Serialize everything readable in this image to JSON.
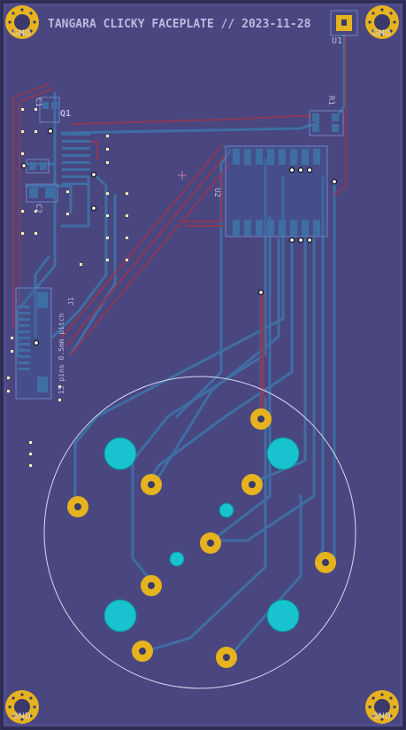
{
  "board": {
    "title": "TANGARA CLICKY FACEPLATE // 2023-11-28",
    "colors": {
      "substrate": "#4a4680",
      "edge": "#2a294e",
      "copper_front": "#8a3a55",
      "copper_back": "#3f6ea3",
      "pad_gold": "#e6b31e",
      "drill_cyan": "#18c3cf",
      "silkscreen": "#cfd0ef"
    }
  },
  "labels": {
    "mount_gnd": "GND",
    "u1": "U1",
    "q1": "Q1",
    "r1": "R1",
    "u2": "U2",
    "c1": "C1",
    "c2": "C2",
    "connector_note": "15 pins 0.5mm pitch",
    "connector_ref": "J1"
  }
}
